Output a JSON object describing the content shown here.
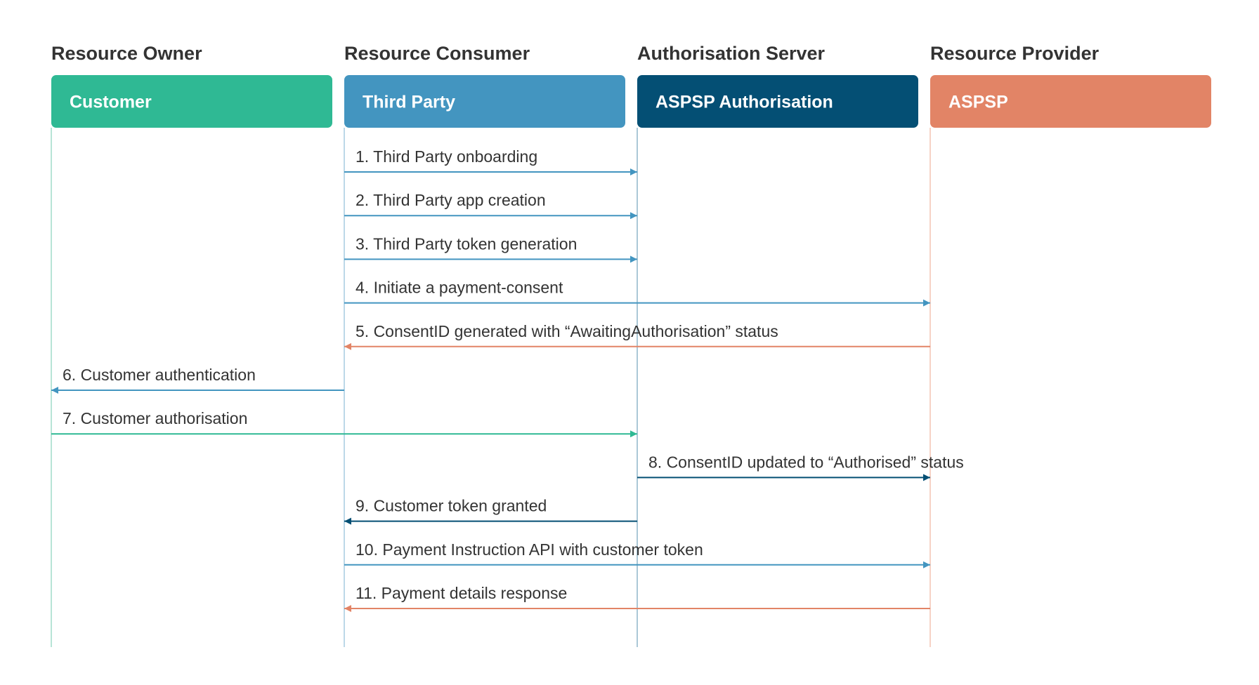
{
  "participants": [
    {
      "id": "owner",
      "role": "Resource Owner",
      "name": "Customer",
      "color": "#2fb994",
      "lifeline_color": "#9fdcc9"
    },
    {
      "id": "consumer",
      "role": "Resource Consumer",
      "name": "Third Party",
      "color": "#4395c0",
      "lifeline_color": "#a5cbe0"
    },
    {
      "id": "server",
      "role": "Authorisation Server",
      "name": "ASPSP Authorisation",
      "color": "#044f74",
      "lifeline_color": "#8fb6ca"
    },
    {
      "id": "provider",
      "role": "Resource Provider",
      "name": "ASPSP",
      "color": "#e28466",
      "lifeline_color": "#f3c3b3"
    }
  ],
  "messages": [
    {
      "label": "1. Third Party onboarding",
      "from": "consumer",
      "to": "server",
      "color": "#4395c0"
    },
    {
      "label": "2. Third Party app creation",
      "from": "consumer",
      "to": "server",
      "color": "#4395c0"
    },
    {
      "label": "3. Third Party token generation",
      "from": "consumer",
      "to": "server",
      "color": "#4395c0"
    },
    {
      "label": "4. Initiate a payment-consent",
      "from": "consumer",
      "to": "provider",
      "color": "#4395c0"
    },
    {
      "label": "5. ConsentID generated with “AwaitingAuthorisation” status",
      "from": "provider",
      "to": "consumer",
      "color": "#e28466"
    },
    {
      "label": "6. Customer authentication",
      "from": "consumer",
      "to": "owner",
      "color": "#4395c0"
    },
    {
      "label": "7. Customer authorisation",
      "from": "owner",
      "to": "server",
      "color": "#2fb994"
    },
    {
      "label": "8. ConsentID updated to “Authorised” status",
      "from": "server",
      "to": "provider",
      "color": "#044f74"
    },
    {
      "label": "9. Customer token granted",
      "from": "server",
      "to": "consumer",
      "color": "#044f74"
    },
    {
      "label": "10. Payment Instruction API with customer token",
      "from": "consumer",
      "to": "provider",
      "color": "#4395c0"
    },
    {
      "label": "11. Payment details response",
      "from": "provider",
      "to": "consumer",
      "color": "#e28466"
    }
  ]
}
